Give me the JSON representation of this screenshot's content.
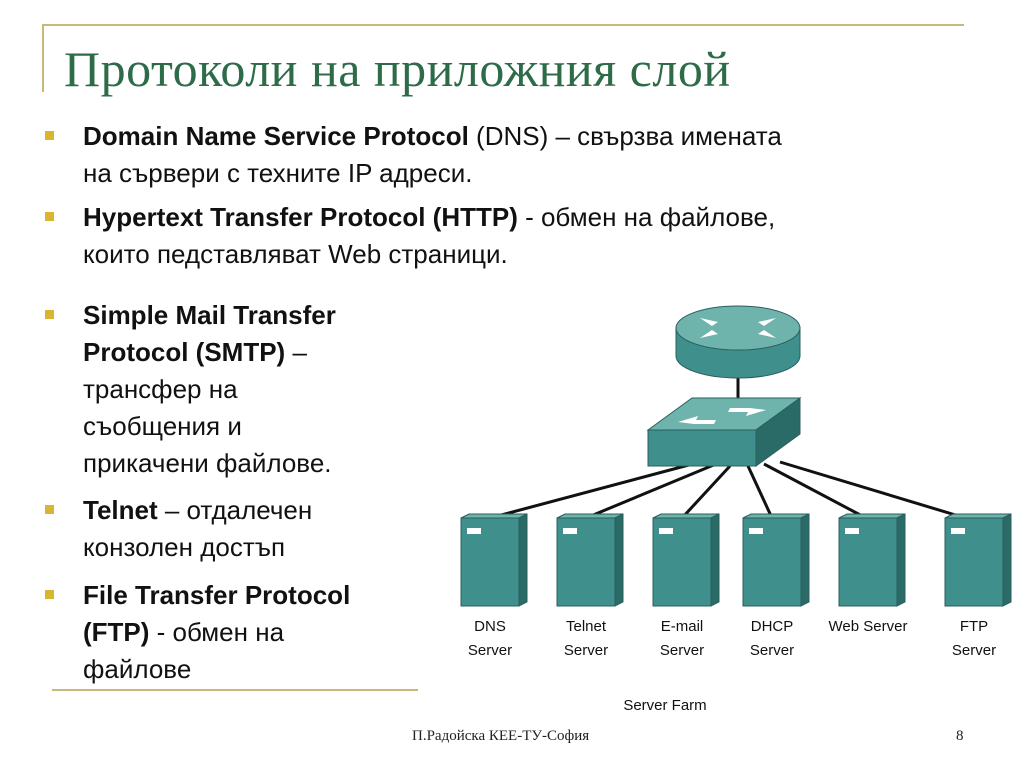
{
  "title": "Протоколи на приложния слой",
  "bullets": [
    {
      "bold": "Domain Name Service Protocol",
      "text1": " (DNS) – свързва имената",
      "text2": "на сървери с техните IP адреси."
    },
    {
      "bold": "Hypertext Transfer Protocol (HTTP)",
      "text1": "  - обмен на файлове,",
      "text2": "които педставляват Web страници."
    },
    {
      "bold1": "Simple Mail Transfer",
      "bold2": "Protocol (SMTP)",
      "text2": " –",
      "text3": "трансфер на",
      "text4": "съобщения и",
      "text5": "прикачени файлове."
    },
    {
      "bold": "Telnet",
      "text1": " – отдалечен",
      "text2": "конзолен достъп"
    },
    {
      "bold1": "File Transfer Protocol",
      "bold2": "(FTP)",
      "text2": " - обмен на",
      "text3": "файлове"
    }
  ],
  "diagram": {
    "servers": [
      {
        "line1": "DNS",
        "line2": "Server"
      },
      {
        "line1": "Telnet",
        "line2": "Server"
      },
      {
        "line1": "E-mail",
        "line2": "Server"
      },
      {
        "line1": "DHCP",
        "line2": "Server"
      },
      {
        "line1": "Web Server",
        "line2": ""
      },
      {
        "line1": "FTP",
        "line2": "Server"
      }
    ],
    "caption": "Server Farm",
    "colors": {
      "device_front": "#3f8f8c",
      "device_top": "#6fb3ad",
      "device_side": "#2a6b68",
      "cable": "#111111"
    }
  },
  "footer": "П.Радойска КЕЕ-ТУ-София",
  "page_number": "8",
  "colors": {
    "title": "#2e6b49",
    "bullet": "#d9b530",
    "rule": "#c8b879"
  }
}
